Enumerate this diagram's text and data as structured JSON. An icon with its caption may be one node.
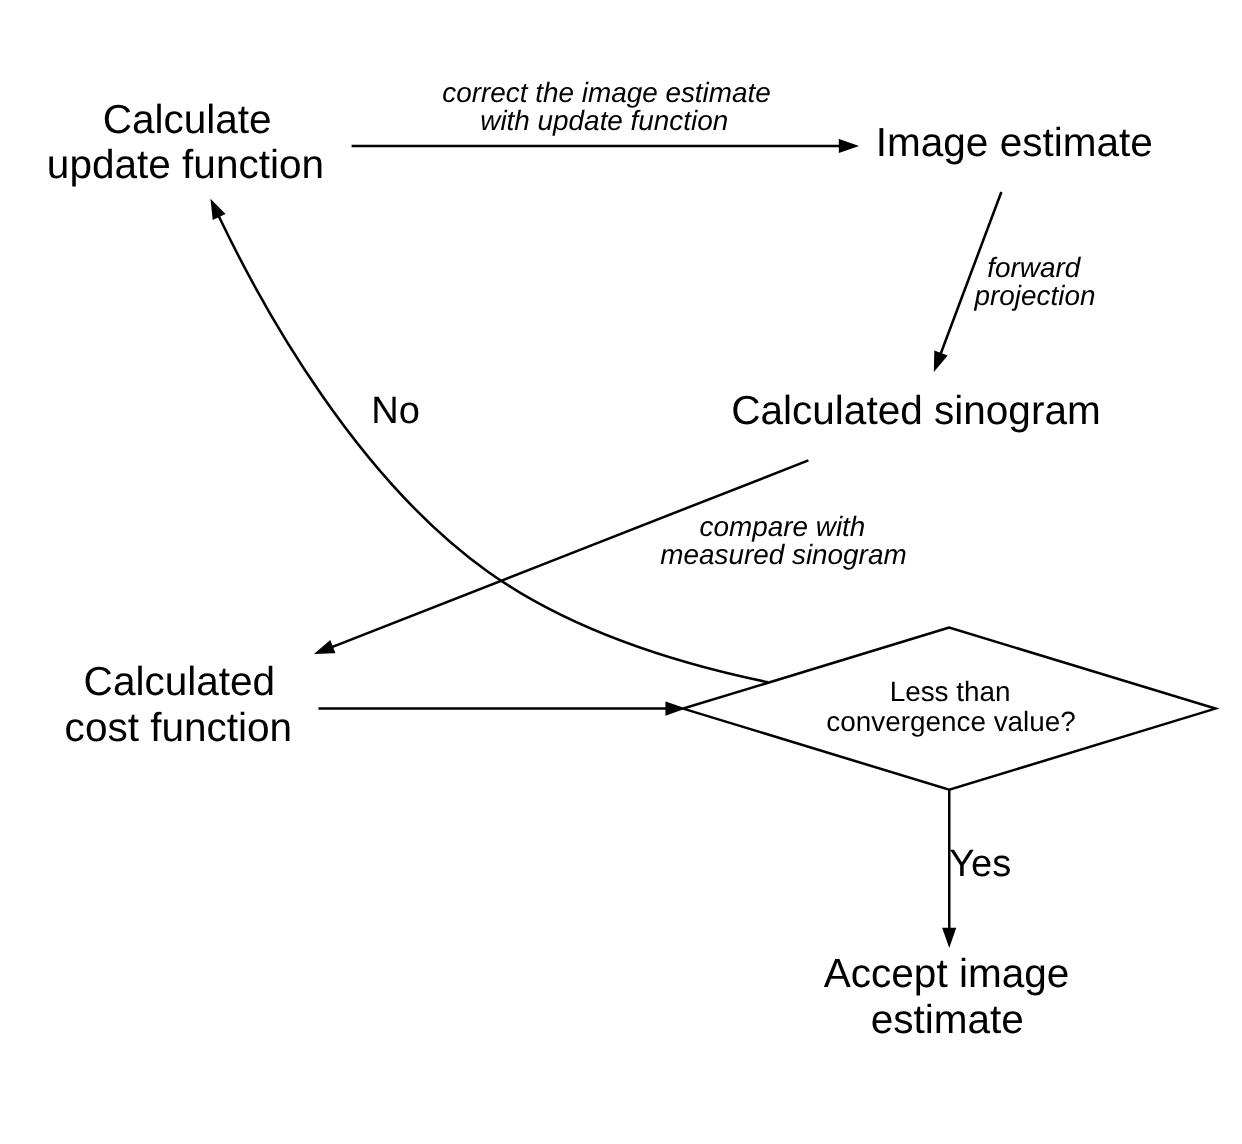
{
  "diagram": {
    "nodes": [
      {
        "text": [
          "Image estimate"
        ]
      },
      {
        "text": [
          "Calculated sinogram"
        ]
      },
      {
        "text": [
          "Calculated cost function"
        ]
      },
      {
        "text": [
          "Less than convergence value?"
        ]
      },
      {
        "text": [
          "Calculate update function"
        ]
      },
      {
        "text": [
          "Accept image estimate"
        ]
      }
    ],
    "edges": [
      {
        "from": 0,
        "to": 1,
        "arrow": "to",
        "label": "forward projection"
      },
      {
        "from": 1,
        "to": 2,
        "arrow": "to",
        "label": "compare with measured sinogram"
      },
      {
        "from": 2,
        "to": 3,
        "arrow": "to"
      },
      {
        "from": 3,
        "to": 4,
        "arrow": "to",
        "label": "No"
      },
      {
        "from": 4,
        "to": 0,
        "arrow": "to",
        "label": "correct the image estimate with update function"
      },
      {
        "from": 3,
        "to": 5,
        "arrow": "to",
        "label": "Yes"
      }
    ]
  }
}
